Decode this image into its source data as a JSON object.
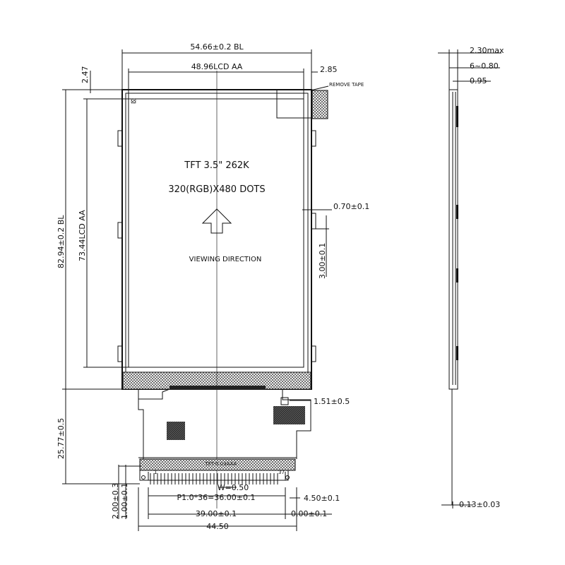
{
  "front_view": {
    "title_line1": "TFT 3.5\" 262K",
    "title_line2": "320(RGB)X480 DOTS",
    "viewing_direction": "VIEWING DIRECTION",
    "remove_tape": "REMOVE TAPE",
    "pin_first": "1",
    "pin_last": "37",
    "fpc_label": "TFT-0 03AAA"
  },
  "dimensions": {
    "outline_width": "54.66±0.2 BL",
    "active_width": "48.96LCD AA",
    "top_gap": "2.47",
    "right_gap": "2.85",
    "outline_height": "82.94±0.2 BL",
    "active_height": "73.44LCD AA",
    "side_offset": "0.70±0.1",
    "side_length": "3.00±0.1",
    "stiffener": "1.51±0.5",
    "fpc_length": "25.77±0.5",
    "pin_width": "W=0.50",
    "pitch": "P1.0*36=36.00±0.1",
    "fpc_end_right": "4.50±0.1",
    "fpc_tail_1": "2.00±0.3",
    "fpc_tail_2": "1.00±0.1",
    "pin_span": "39.00±0.1",
    "pin_offset": "0.00±0.1",
    "fpc_width": "44.50"
  },
  "side_view": {
    "thickness_max": "2.30max",
    "step": "6~0.80",
    "layer": "0.95",
    "fpc_thickness": "0.13±0.03"
  }
}
